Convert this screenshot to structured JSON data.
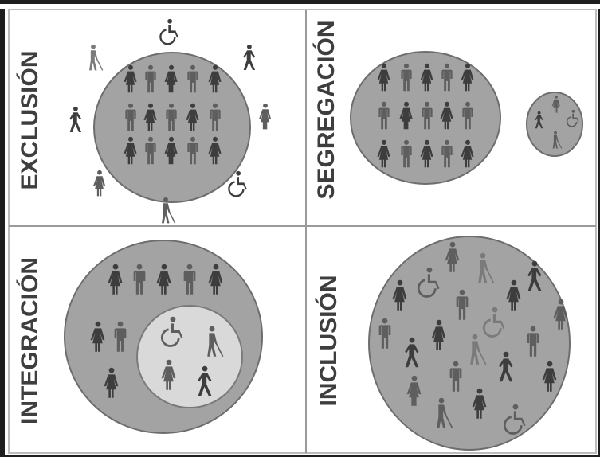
{
  "quadrants": {
    "exclusion": {
      "label": "EXCLUSIÓN"
    },
    "segregation": {
      "label": "SEGREGACIÓN"
    },
    "integration": {
      "label": "INTEGRACIÓN"
    },
    "inclusion": {
      "label": "INCLUSIÓN"
    }
  },
  "colors": {
    "frame": "#1e1e1e",
    "panel_bg": "#ffffff",
    "circle_fill": "#a3a3a3",
    "circle_stroke": "#6d6d6d",
    "inner_circle_fill": "#d9d9d9",
    "figure_dark": "#3d3d3d",
    "figure_mid": "#5e5e5e",
    "figure_light": "#7a7a7a",
    "label": "#3e3e3e"
  },
  "icons": [
    "person-icon",
    "wheelchair-icon",
    "blind-person-icon",
    "walking-person-icon"
  ]
}
